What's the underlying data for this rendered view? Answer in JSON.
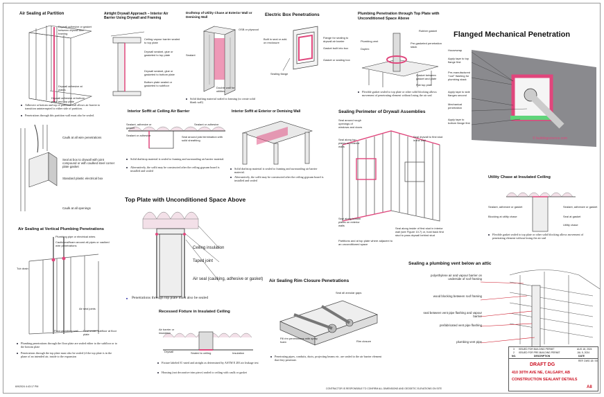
{
  "panels": {
    "p1": {
      "title": "Air Sealing at Partition",
      "labels": [
        "Drywall adhesive or gasket between drywall and framing",
        "Drywall adhesive at plates",
        "Drywall adhesive at bottom plate and top plate"
      ],
      "bullets": [
        "Adhesive at bottom and top of partition wall allows air barrier to transition uninterrupted to either side of partition.",
        "Penetrations through this partition wall must also be sealed."
      ]
    },
    "p2": {
      "title": "Airtight Drywall Approach – Interior Air Barrier Using Drywall and Framing",
      "labels": [
        "Ceiling vapour barrier sealed to top plate",
        "Drywall sealant, glue or gasketed to top plate",
        "Drywall sealant, glue or gasketed to bottom plate",
        "Bottom plate sealed or gasketed to subfloor"
      ]
    },
    "p3": {
      "title": "Draftstop of Utility Chase at Exterior Wall or Demising Wall",
      "labels": [
        "OSB or plywood",
        "Sealant",
        "Double wall for utilities"
      ],
      "bullets": [
        "Solid drafting material sealed to framing (to create solid blank wall)"
      ]
    },
    "p4": {
      "title": "Electric Box Penetrations",
      "labels": [
        "Built in seal or add-on enclosure",
        "Flange for sealing to drywall air barrier",
        "Gasket built into box",
        "Gasket or sealing box",
        "Sealing flange"
      ]
    },
    "p5": {
      "title": "Plumbing Penetration through Top Plate with Unconditioned Space Above",
      "labels": [
        "Rubber gasket",
        "Plumbing vent",
        "Duplex",
        "Pre-gasketed penetration stack",
        "Gasket between gasket and plate",
        "Flat top plate"
      ],
      "bullets": [
        "Flexible gasket sealed to top plate or other solid blocking allows movement of penetrating element without losing the air seal"
      ]
    },
    "p6": {
      "title": "Flanged Mechanical Penetration",
      "labels": [
        "Housewrap",
        "Apply tape to top flange first",
        "Pre-manufactured \"roof\" flashing for plumbing stack",
        "Apply tape to side flanges second",
        "Mechanical penetration",
        "Apply tape to bottom flange first"
      ],
      "credit": "© buildingscience.com"
    },
    "p7": {
      "title": "",
      "labels": [
        "Caulk at all wire penetrations",
        "Seal at box to drywall with joint compound or with caulked steel corner plate gasket",
        "Standard plastic electrical box",
        "Caulk at all openings"
      ]
    },
    "p8": {
      "title": "Interior Soffit at Ceiling Air Barrier",
      "labels": [
        "Sealant, adhesive or gasket",
        "Sealant or adhesive",
        "Seal around joist termination with solid sheathing",
        "Sealant or adhesive"
      ],
      "bullets": [
        "Solid draftstop material is sealed to framing and surrounding air barrier material.",
        "Alternatively, the soffit may be constructed after the ceiling gypsum board is installed and sealed"
      ]
    },
    "p9": {
      "title": "Interior Soffit at Exterior or Demising Wall",
      "bullets": [
        "Solid draftstop material is sealed to framing and surrounding air barrier material.",
        "Alternatively, the soffit may be constructed after the ceiling gypsum board is installed and sealed"
      ]
    },
    "p10": {
      "title": "Sealing Perimeter of Drywall Assemblies",
      "labels": [
        "Seal around rough openings of windows and doors",
        "Seal along top plates on exterior walls",
        "Seal drywall to first stud in the wall",
        "Seal along bottom plates on exterior walls",
        "Seal along inside of first stud in interior wall (see Figure 10.7) or, hold back first stud to pass drywall behind stud",
        "Partitions and at top plate where adjacent to an unconditioned space"
      ]
    },
    "p11": {
      "title": "Top Plate with Unconditioned Space Above",
      "labels": [
        "Ceiling insulation",
        "Taped joint",
        "Air seal (caulking, adhesive or gasket)"
      ],
      "bullets": [
        "Penetrations through top plate must also be sealed"
      ]
    },
    "p12": {
      "title": "Utility Chase at Insulated Ceiling",
      "labels": [
        "Sealant, adhesive or gasket",
        "Blocking at utility chase",
        "Sealant, adhesive or gasket",
        "Seal at gasket",
        "Utility chase"
      ],
      "bullets": [
        "Flexible gasket sealed to top plate or other solid blocking allows movement of penetrating element without losing the air seal"
      ]
    },
    "p13": {
      "title": "Air Sealing at Vertical Plumbing Penetrations",
      "labels": [
        "Plumbing pipe or electrical wires",
        "Caulk/seal/foam around all pipes or caulked wire penetrations",
        "Tub drain",
        "Air seal joints",
        "Floor plumbing wall",
        "Seal under subfloor at floor plate"
      ],
      "bullets": [
        "Plumbing penetrations through the floor plate are sealed either to the subfloor or to the bottom plate",
        "Penetrations through the top plate must also be sealed (if the top plate is in the plane of an intended air, inside to the expansion"
      ]
    },
    "p14": {
      "title": "Recessed Fixture in Insulated Ceiling",
      "labels": [
        "Air barrier or insulation",
        "Sealed to ceiling",
        "Drywall",
        "Insulation"
      ],
      "bullets": [
        "Fixture labeled IC-rated and airtight as determined by ASTM E 283 air leakage test",
        "Housing (not decorative trim piece) sealed to ceiling with caulk or gasket"
      ]
    },
    "p15": {
      "title": "Air Sealing Rim Closure Penetrations",
      "labels": [
        "Seal all annular gaps",
        "Fill rim penetrations with spray foam",
        "Rim closure"
      ],
      "bullets": [
        "Penetrating pipes, conduits, ducts, projecting beams etc. are sealed to the air barrier element that they penetrate."
      ]
    },
    "p16": {
      "title": "Sealing a plumbing vent below an attic",
      "labels": [
        "polyethylene air and vapour barrier on underside of roof framing",
        "wood blocking between roof framing",
        "seal between vent pipe flashing and vapour barrier",
        "prefabricated vent pipe flashing",
        "plumbing vent pipe"
      ]
    }
  },
  "footer": {
    "left_stamp": "6/9/2024 4:43:17 PM",
    "note": "CONTRACTOR IS RESPONSIBLE TO CONFIRM ALL DIMENSIONS AND GEODETIC ELEVATIONS ON SITE"
  },
  "titleblock": {
    "rows": [
      {
        "num": "3",
        "desc": "ISSUED FOR BUILDING PERMIT",
        "date": "AUG 18, 2024"
      },
      {
        "num": "2",
        "desc": "ISSUED FOR PRE-BUILDING PERMIT",
        "date": "JUL 5, 2024"
      },
      {
        "num": "NO.",
        "desc": "DESCRIPTION",
        "date": "DATE"
      }
    ],
    "draft": "DRAFT DG",
    "address": "410 30TH AVE NE, CALGARY, AB",
    "sheet_title": "CONSTRUCTION SEALANT DETAILS",
    "sheet_no": "A8",
    "ref": "REF. DWG 18 / 00"
  },
  "colors": {
    "accent_pink": "#e0467c",
    "accent_red": "#cc1122",
    "stud": "#d8d8d8",
    "line": "#333333",
    "insul": "#f3d6e0"
  }
}
